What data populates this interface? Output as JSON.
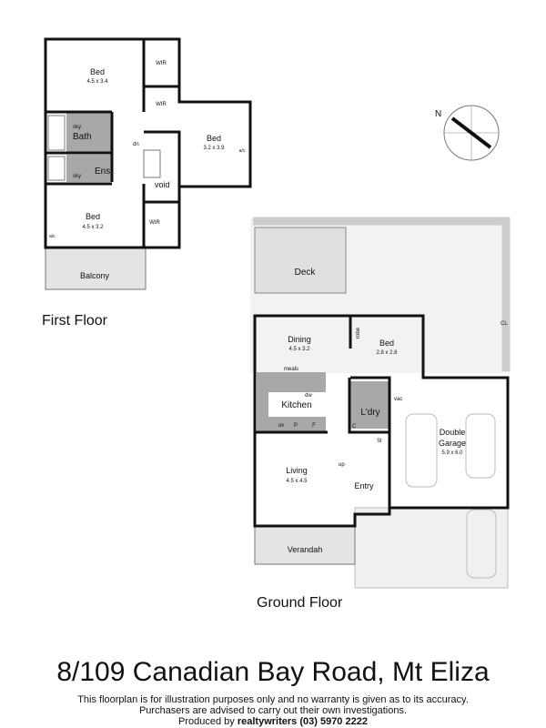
{
  "first_floor": {
    "label": "First Floor",
    "rooms": {
      "bed1": {
        "name": "Bed",
        "size": "4.5 x 3.4"
      },
      "bed2": {
        "name": "Bed",
        "size": "3.2 x 3.9"
      },
      "bed3": {
        "name": "Bed",
        "size": "4.5 x 3.2"
      },
      "bath": "Bath",
      "ens": "Ens",
      "void": "void",
      "balcony": "Balcony",
      "wir": "WIR",
      "sky": "sky",
      "dn": "dn",
      "ac": "a/c"
    }
  },
  "ground_floor": {
    "label": "Ground Floor",
    "rooms": {
      "deck": "Deck",
      "dining": {
        "name": "Dining",
        "size": "4.5 x 3.2"
      },
      "meals": "meals",
      "kitchen": "Kitchen",
      "dw": "dw",
      "ov": "ov",
      "p": "P",
      "f": "F",
      "bed": {
        "name": "Bed",
        "size": "2.8 x 2.8"
      },
      "robe": "robe",
      "ldry": "L'dry",
      "c": "C",
      "vac": "vac",
      "st": "St",
      "garage": {
        "name": "Double Garage",
        "line1": "Double",
        "line2": "Garage",
        "size": "5.9 x 6.0"
      },
      "living": {
        "name": "Living",
        "size": "4.5 x 4.5"
      },
      "up": "up",
      "entry": "Entry",
      "verandah": "Verandah",
      "cl": "CL"
    }
  },
  "compass": {
    "north_label": "N"
  },
  "title": "8/109 Canadian Bay Road, Mt Eliza",
  "disclaimer": {
    "line1": "This floorplan is for illustration purposes only and no warranty is given as to its accuracy.",
    "line2": "Purchasers are advised to carry out their own investigations.",
    "produced_prefix": "Produced by",
    "brand": "realtywriters (03) 5970 2222"
  }
}
